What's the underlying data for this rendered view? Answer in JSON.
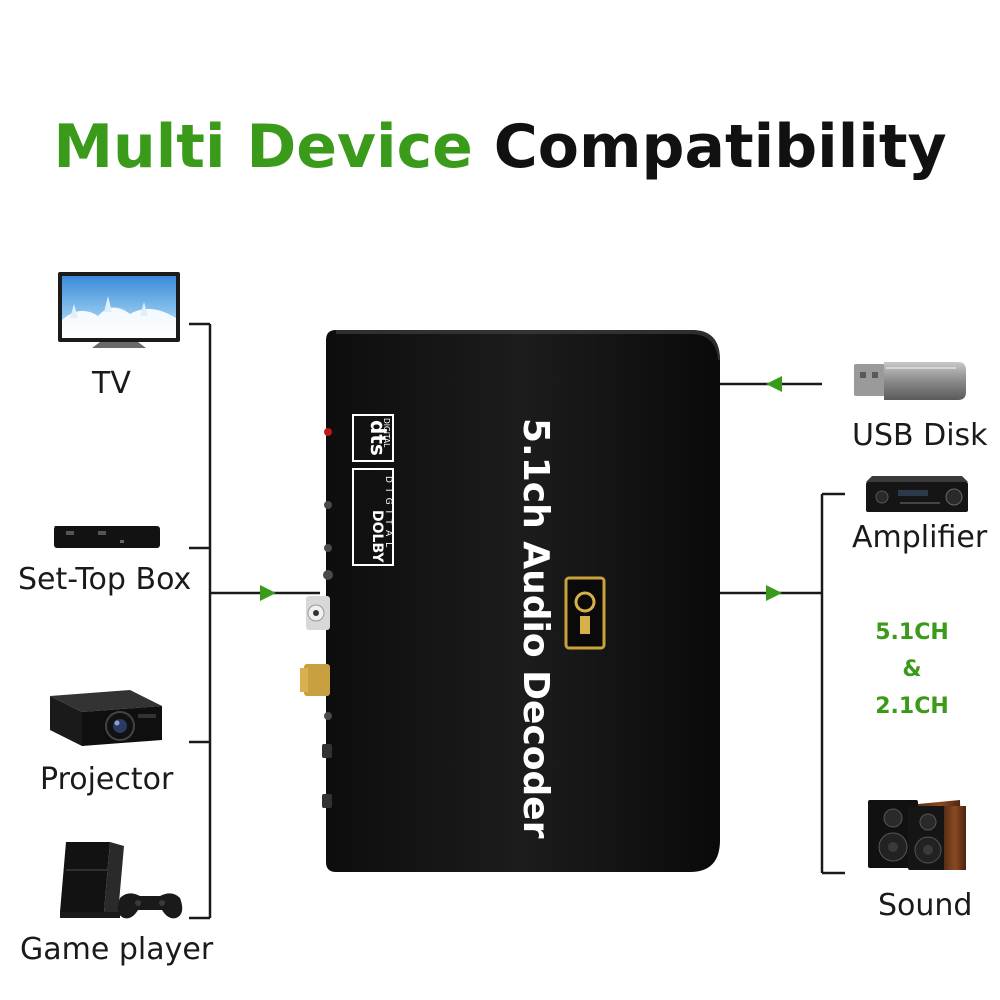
{
  "title": {
    "highlight": "Multi Device",
    "rest": "Compatibility"
  },
  "inputs": [
    {
      "label": "TV",
      "icon": "tv-icon"
    },
    {
      "label": "Set-Top Box",
      "icon": "set-top-box-icon"
    },
    {
      "label": "Projector",
      "icon": "projector-icon"
    },
    {
      "label": "Game player",
      "icon": "game-console-icon"
    }
  ],
  "outputs": [
    {
      "label": "USB Disk",
      "icon": "usb-disk-icon"
    },
    {
      "label": "Amplifier",
      "icon": "amplifier-icon"
    },
    {
      "label": "Sound",
      "icon": "speaker-icon"
    }
  ],
  "channel_note": {
    "line1": "5.1CH",
    "line2": "&",
    "line3": "2.1CH"
  },
  "device": {
    "name": "5.1ch Audio Decoder",
    "dts_logo": "dts",
    "dts_sub": "DIGITAL",
    "dolby_logo": "DOLBY",
    "dolby_sub": "DIGITAL",
    "body_color": "#141414"
  },
  "colors": {
    "accent": "#3a9a1a",
    "line": "#1a1a1a",
    "arrow": "#3a9a1a"
  }
}
